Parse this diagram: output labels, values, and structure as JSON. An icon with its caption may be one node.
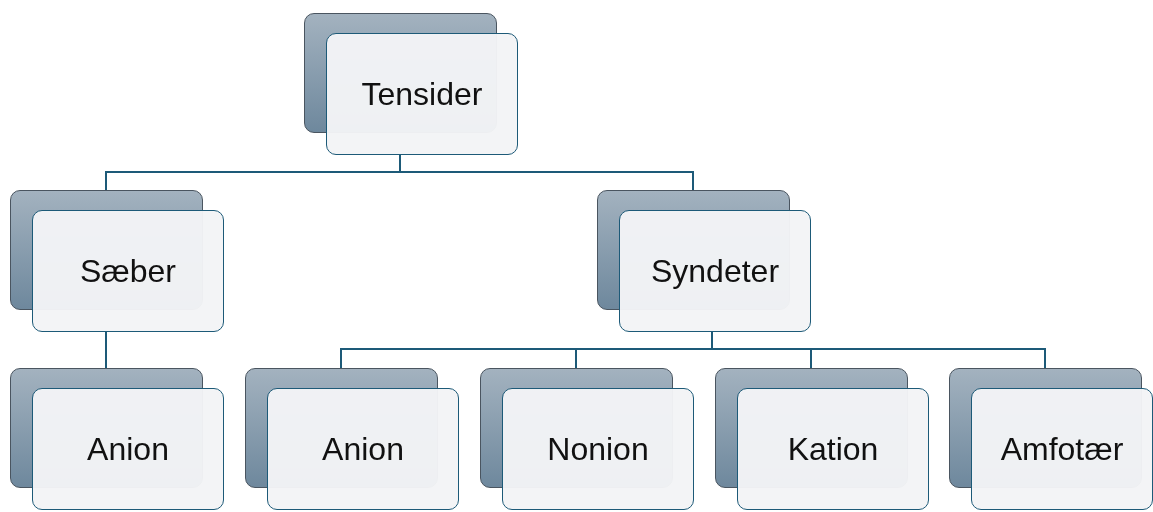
{
  "diagram": {
    "nodes": [
      {
        "text": [
          "Tensider"
        ]
      },
      {
        "text": [
          "Sæber"
        ]
      },
      {
        "text": [
          "Syndeter"
        ]
      },
      {
        "text": [
          "Anion"
        ]
      },
      {
        "text": [
          "Anion"
        ]
      },
      {
        "text": [
          "Nonion"
        ]
      },
      {
        "text": [
          "Kation"
        ]
      },
      {
        "text": [
          "Amfotær"
        ]
      }
    ],
    "edges": [
      {
        "from": 0,
        "to": 1,
        "arrow": "none"
      },
      {
        "from": 0,
        "to": 2,
        "arrow": "none"
      },
      {
        "from": 1,
        "to": 3,
        "arrow": "none"
      },
      {
        "from": 2,
        "to": 4,
        "arrow": "none"
      },
      {
        "from": 2,
        "to": 5,
        "arrow": "none"
      },
      {
        "from": 2,
        "to": 6,
        "arrow": "none"
      },
      {
        "from": 2,
        "to": 7,
        "arrow": "none"
      }
    ]
  }
}
